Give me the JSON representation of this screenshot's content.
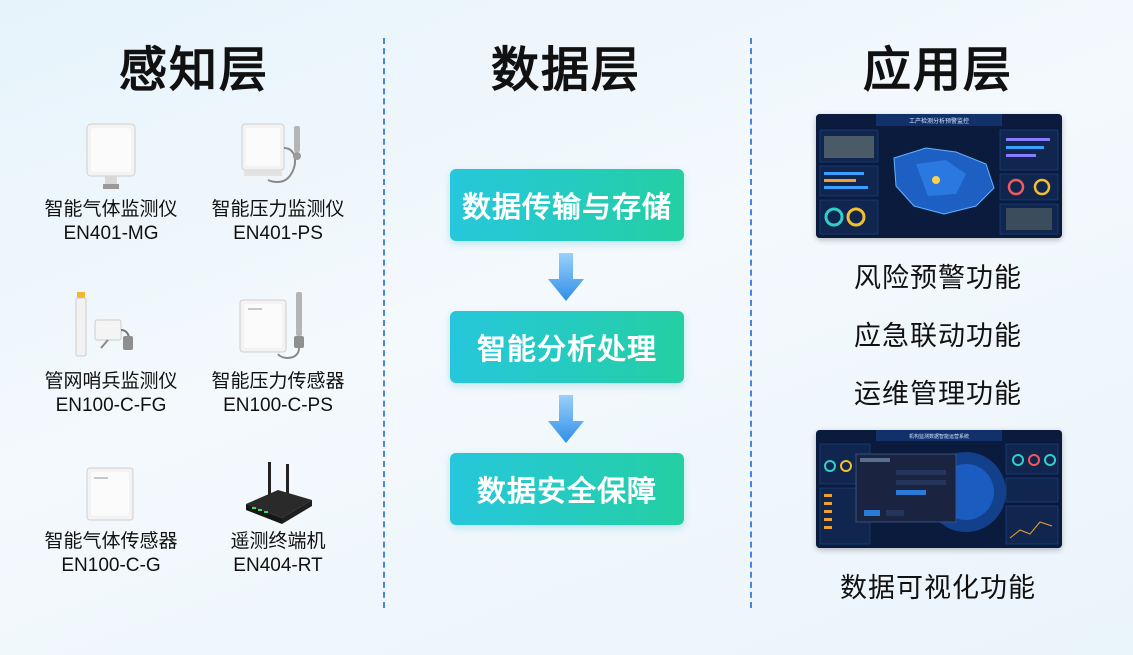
{
  "columns": {
    "perception": {
      "title": "感知层"
    },
    "data": {
      "title": "数据层"
    },
    "application": {
      "title": "应用层"
    }
  },
  "devices": [
    {
      "name": "智能气体监测仪",
      "model": "EN401-MG",
      "icon": "gas-monitor-icon"
    },
    {
      "name": "智能压力监测仪",
      "model": "EN401-PS",
      "icon": "pressure-monitor-icon"
    },
    {
      "name": "管网哨兵监测仪",
      "model": "EN100-C-FG",
      "icon": "pipe-sentinel-icon"
    },
    {
      "name": "智能压力传感器",
      "model": "EN100-C-PS",
      "icon": "pressure-sensor-icon"
    },
    {
      "name": "智能气体传感器",
      "model": "EN100-C-G",
      "icon": "gas-sensor-icon"
    },
    {
      "name": "遥测终端机",
      "model": "EN404-RT",
      "icon": "telemetry-terminal-icon"
    }
  ],
  "data_steps": [
    "数据传输与存储",
    "智能分析处理",
    "数据安全保障"
  ],
  "application": {
    "dashboard_titles": [
      "工产检测分析预警监控",
      "机构监测数据智能运营系统"
    ],
    "functions": [
      "风险预警功能",
      "应急联动功能",
      "运维管理功能"
    ],
    "visualization": "数据可视化功能"
  },
  "colors": {
    "step_gradient_start": "#26c7dc",
    "step_gradient_end": "#24cfa3",
    "arrow": "#2f8fe8",
    "divider": "#4a86d8",
    "dashboard_bg": "#0b1b3d"
  }
}
